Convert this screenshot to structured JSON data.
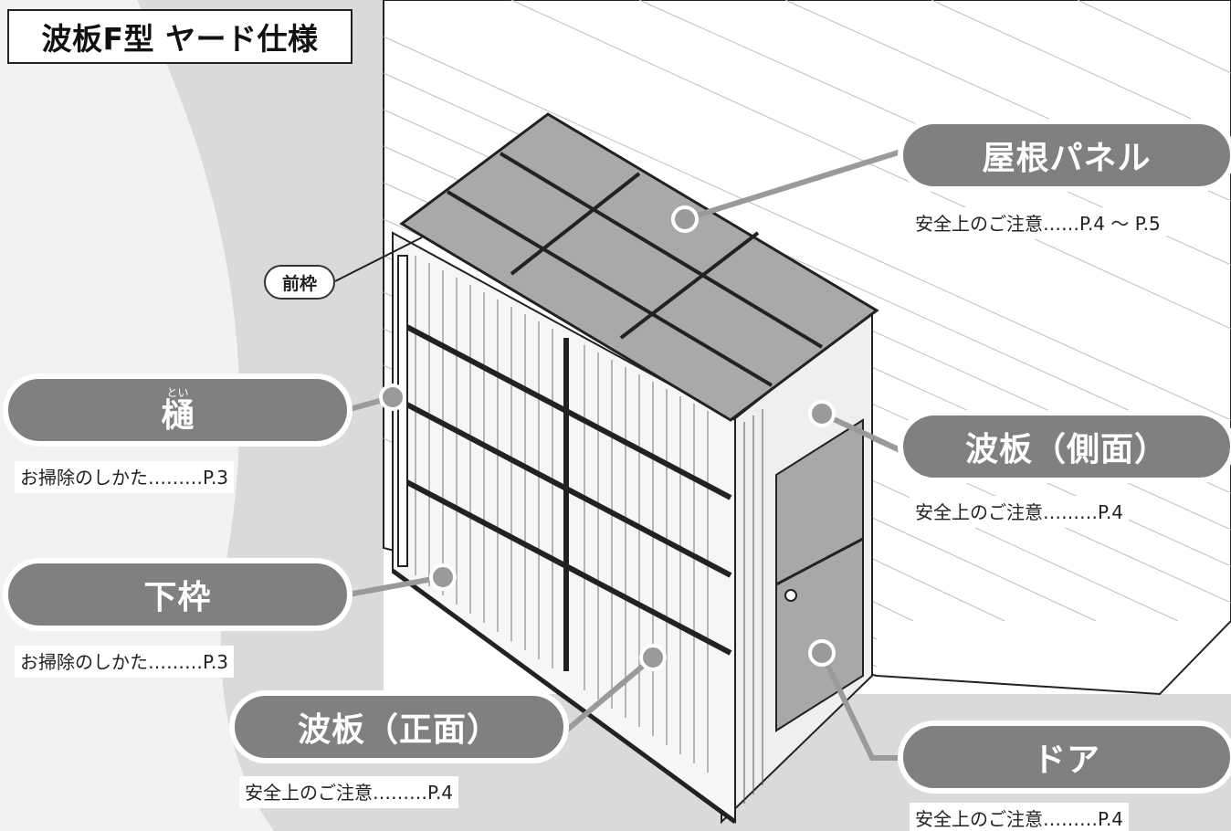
{
  "title": "波板F型 ヤード仕様",
  "callouts": {
    "roof": {
      "label": "屋根パネル",
      "note": "安全上のご注意……P.4 〜 P.5"
    },
    "gutter": {
      "label": "樋",
      "ruby": "とい",
      "note": "お掃除のしかた………P.3"
    },
    "bottom_frame": {
      "label": "下枠",
      "note": "お掃除のしかた………P.3"
    },
    "side_panel": {
      "label": "波板（側面）",
      "note": "安全上のご注意………P.4"
    },
    "front_panel": {
      "label": "波板（正面）",
      "note": "安全上のご注意………P.4"
    },
    "door": {
      "label": "ドア",
      "note": "安全上のご注意………P.4"
    },
    "front_frame": {
      "label": "前枠"
    }
  },
  "colors": {
    "pill": "#808080",
    "shadow": "#dcdcdc",
    "roof": "#a9a9a9",
    "line": "#222222"
  }
}
